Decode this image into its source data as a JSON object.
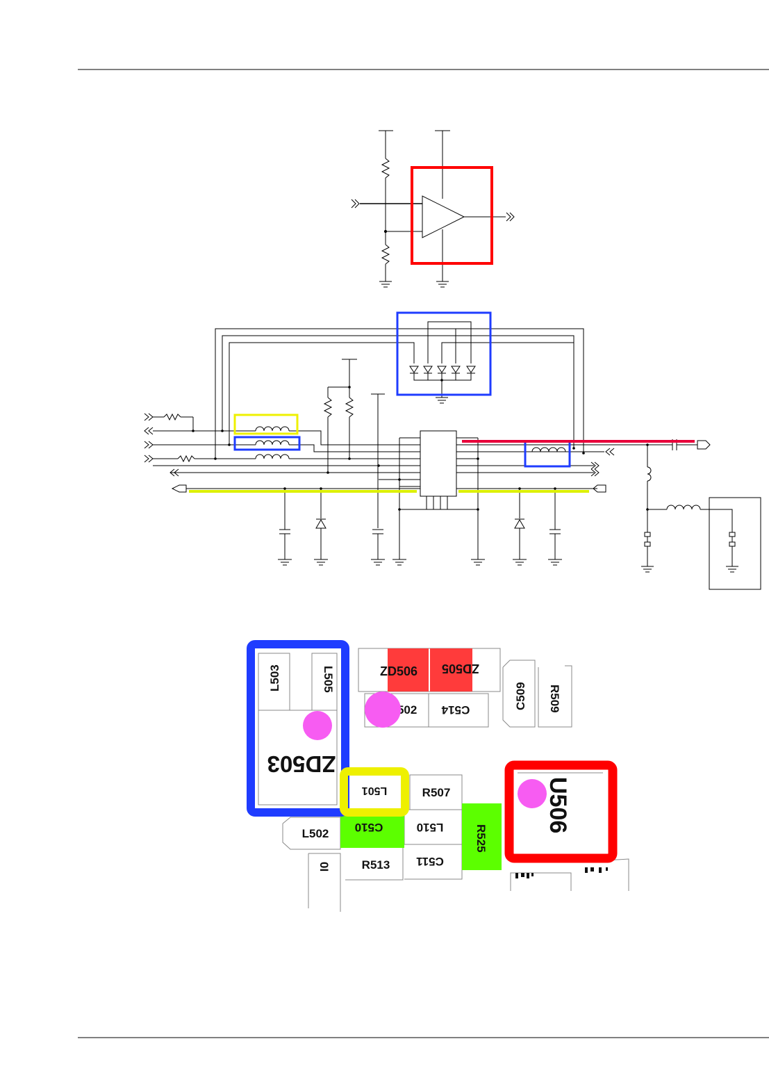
{
  "highlight_colors": {
    "red": "#ff0000",
    "blue": "#1f3cff",
    "yellow": "#eef000",
    "green": "#5cff00",
    "pink": "#f75cf2",
    "net_red": "#e8003a",
    "net_yellow": "#dcf000",
    "pad_red": "#ff3b3b"
  },
  "layout_labels": {
    "L503": "L503",
    "L505": "L505",
    "ZD503": "ZD503",
    "ZD506": "ZD506",
    "ZD505": "ZD505",
    "C509": "C509",
    "R509": "R509",
    "U502": "U502",
    "C514": "C514",
    "L501": "L501",
    "R507": "R507",
    "U506": "U506",
    "L502": "L502",
    "C510": "C510",
    "L510": "L510",
    "R525": "R525",
    "R513": "R513",
    "C511": "C511",
    "partial_left": "0I"
  }
}
